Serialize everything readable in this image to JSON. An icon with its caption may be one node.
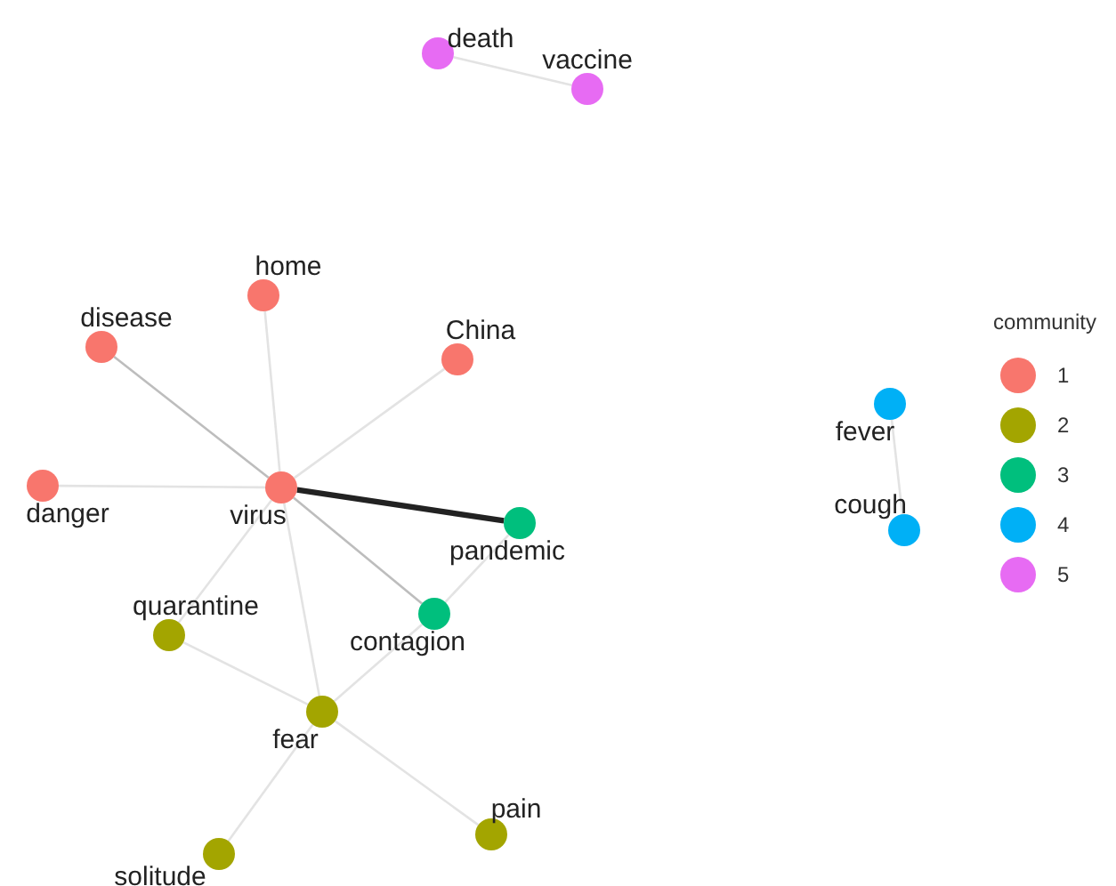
{
  "diagram": {
    "nodes": [
      {
        "text": [],
        "shape": "circle",
        "beside": [
          "death"
        ]
      },
      {
        "text": [],
        "shape": "circle",
        "beside": [
          "vaccine"
        ]
      },
      {
        "text": [],
        "shape": "circle",
        "beside": [
          "home"
        ]
      },
      {
        "text": [],
        "shape": "circle",
        "beside": [
          "disease"
        ]
      },
      {
        "text": [],
        "shape": "circle",
        "beside": [
          "China"
        ]
      },
      {
        "text": [],
        "shape": "circle",
        "beside": [
          "danger"
        ]
      },
      {
        "text": [],
        "shape": "circle",
        "beside": [
          "virus"
        ]
      },
      {
        "text": [],
        "shape": "circle",
        "beside": [
          "pandemic"
        ]
      },
      {
        "text": [],
        "shape": "circle",
        "beside": [
          "contagion"
        ]
      },
      {
        "text": [],
        "shape": "circle",
        "beside": [
          "quarantine"
        ]
      },
      {
        "text": [],
        "shape": "circle",
        "beside": [
          "fear"
        ]
      },
      {
        "text": [],
        "shape": "circle",
        "beside": [
          "pain"
        ]
      },
      {
        "text": [],
        "shape": "circle",
        "beside": [
          "solitude"
        ]
      },
      {
        "text": [],
        "shape": "circle",
        "beside": [
          "fever"
        ]
      },
      {
        "text": [],
        "shape": "circle",
        "beside": [
          "cough"
        ]
      }
    ],
    "edges": [
      {
        "from": 0,
        "to": 1,
        "arrow": "none"
      },
      {
        "from": 6,
        "to": 2,
        "arrow": "none"
      },
      {
        "from": 6,
        "to": 3,
        "arrow": "none",
        "color": "#bdbdbd"
      },
      {
        "from": 6,
        "to": 4,
        "arrow": "none"
      },
      {
        "from": 6,
        "to": 5,
        "arrow": "none"
      },
      {
        "from": 6,
        "to": 7,
        "arrow": "none",
        "style": "thick",
        "color": "#222222"
      },
      {
        "from": 6,
        "to": 8,
        "arrow": "none",
        "color": "#bdbdbd"
      },
      {
        "from": 6,
        "to": 9,
        "arrow": "none"
      },
      {
        "from": 6,
        "to": 10,
        "arrow": "none"
      },
      {
        "from": 7,
        "to": 8,
        "arrow": "none"
      },
      {
        "from": 9,
        "to": 10,
        "arrow": "none"
      },
      {
        "from": 8,
        "to": 10,
        "arrow": "none"
      },
      {
        "from": 10,
        "to": 11,
        "arrow": "none"
      },
      {
        "from": 10,
        "to": 12,
        "arrow": "none"
      },
      {
        "from": 13,
        "to": 14,
        "arrow": "none"
      }
    ],
    "labels": [
      "community"
    ],
    "legend": [
      {
        "text": "1",
        "color": "#f8766d"
      },
      {
        "text": "2",
        "color": "#a3a500"
      },
      {
        "text": "3",
        "color": "#00bf7d"
      },
      {
        "text": "4",
        "color": "#00b0f6"
      },
      {
        "text": "5",
        "color": "#e76bf3"
      }
    ]
  }
}
